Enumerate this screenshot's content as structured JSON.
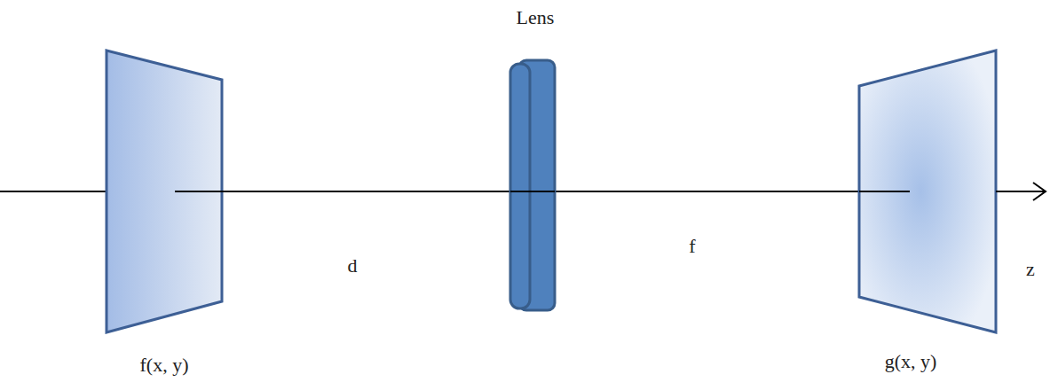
{
  "diagram": {
    "labels": [
      "Lens",
      "d",
      "f",
      "z",
      "f(x, y)",
      "g(x, y)"
    ]
  }
}
